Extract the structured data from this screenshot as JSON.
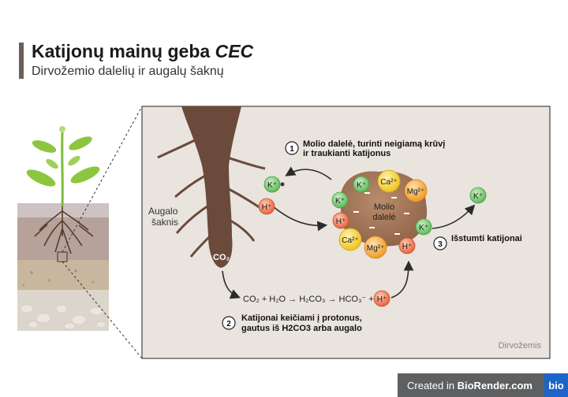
{
  "header": {
    "title": "Katijonų mainų geba",
    "title_em": "CEC",
    "subtitle": "Dirvožemio dalelių ir augalų šaknų"
  },
  "labels": {
    "step1_line1": "Molio dalelė, turinti neigiamą krūvį",
    "step1_line2": "ir traukianti  katijonus",
    "step2_line1": "Katijonai keičiami į protonus,",
    "step2_line2": "gautus iš H2CO3 arba augalo",
    "step3": "Išstumti katijonai",
    "root_line1": "Augalo",
    "root_line2": "šaknis",
    "co2": "CO₂",
    "equation": "CO₂ + H₂O → H₂CO₃ → HCO₃⁻ +",
    "clay_line1": "Molio",
    "clay_line2": "dalelė",
    "soil": "Dirvožemis",
    "num1": "1",
    "num2": "2",
    "num3": "3"
  },
  "ions": {
    "k": "K⁺",
    "h": "H⁺",
    "ca": "Ca²⁺",
    "mg": "Mg²⁺"
  },
  "footer": {
    "created": "Created in",
    "brand": "BioRender.com",
    "logo": "bio"
  },
  "colors": {
    "panel_bg": "#e9e4de",
    "root": "#6b4a3b",
    "clay": "#a97c5c",
    "k_ion": "#7fcf7a",
    "h_ion": "#f28a66",
    "ca_ion": "#f7d43c",
    "mg_ion": "#f6b24b"
  }
}
